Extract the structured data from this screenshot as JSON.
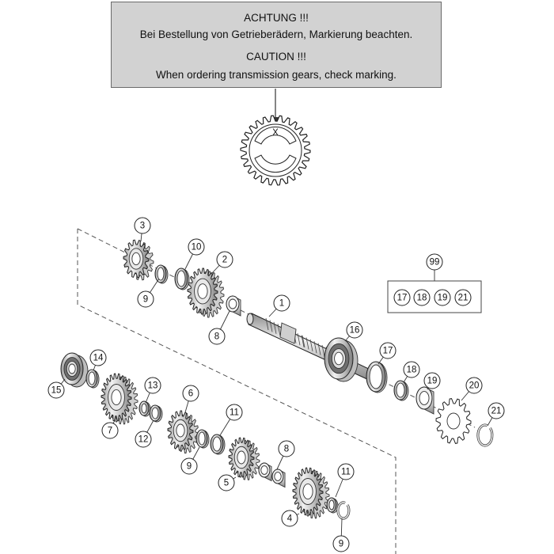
{
  "notice": {
    "german_heading": "ACHTUNG !!!",
    "german_text": "Bei Bestellung von Getrieberädern, Markierung beachten.",
    "english_heading": "CAUTION !!!",
    "english_text": "When ordering transmission gears, check marking."
  },
  "marking_label": "X",
  "part_callouts": [
    {
      "id": "callout-3",
      "label": "3"
    },
    {
      "id": "callout-10",
      "label": "10"
    },
    {
      "id": "callout-2",
      "label": "2"
    },
    {
      "id": "callout-9a",
      "label": "9"
    },
    {
      "id": "callout-1",
      "label": "1"
    },
    {
      "id": "callout-8a",
      "label": "8"
    },
    {
      "id": "callout-16",
      "label": "16"
    },
    {
      "id": "callout-17",
      "label": "17"
    },
    {
      "id": "callout-18",
      "label": "18"
    },
    {
      "id": "callout-19",
      "label": "19"
    },
    {
      "id": "callout-20",
      "label": "20"
    },
    {
      "id": "callout-21",
      "label": "21"
    },
    {
      "id": "callout-14",
      "label": "14"
    },
    {
      "id": "callout-15",
      "label": "15"
    },
    {
      "id": "callout-13",
      "label": "13"
    },
    {
      "id": "callout-7",
      "label": "7"
    },
    {
      "id": "callout-12",
      "label": "12"
    },
    {
      "id": "callout-6",
      "label": "6"
    },
    {
      "id": "callout-11a",
      "label": "11"
    },
    {
      "id": "callout-9b",
      "label": "9"
    },
    {
      "id": "callout-8b",
      "label": "8"
    },
    {
      "id": "callout-5",
      "label": "5"
    },
    {
      "id": "callout-11b",
      "label": "11"
    },
    {
      "id": "callout-4",
      "label": "4"
    },
    {
      "id": "callout-9c",
      "label": "9"
    }
  ],
  "kit": {
    "label": "99",
    "contents": [
      "17",
      "18",
      "19",
      "21"
    ]
  }
}
